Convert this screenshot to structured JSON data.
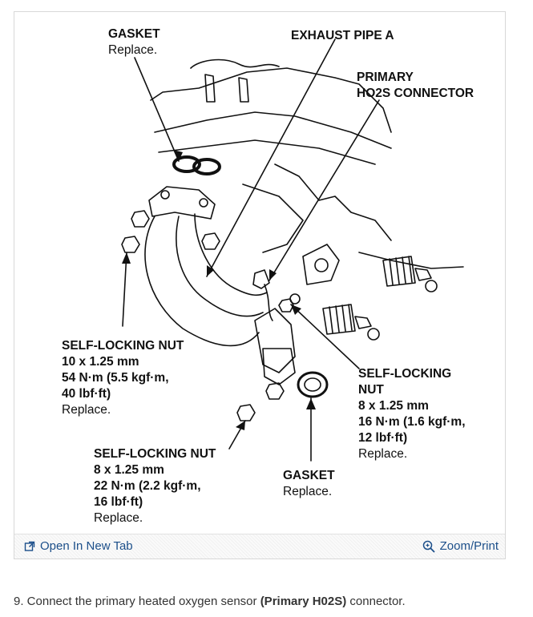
{
  "labels": {
    "gasket_top": {
      "title": "GASKET",
      "note": "Replace."
    },
    "exhaust_pipe": {
      "title": "EXHAUST PIPE A"
    },
    "h02s_connector": {
      "title_line1": "PRIMARY",
      "title_line2": "HO2S CONNECTOR"
    },
    "nut_left": {
      "title": "SELF-LOCKING NUT",
      "spec1": "10 x 1.25 mm",
      "spec2": "54 N·m (5.5 kgf·m,",
      "spec3": "40 lbf·ft)",
      "note": "Replace."
    },
    "nut_right": {
      "title": "SELF-LOCKING",
      "title2": "NUT",
      "spec1": "8 x 1.25 mm",
      "spec2": "16 N·m (1.6 kgf·m,",
      "spec3": "12 lbf·ft)",
      "note": "Replace."
    },
    "nut_bottom": {
      "title": "SELF-LOCKING NUT",
      "spec1": "8 x 1.25 mm",
      "spec2": "22 N·m (2.2 kgf·m,",
      "spec3": "16 lbf·ft)",
      "note": "Replace."
    },
    "gasket_bottom": {
      "title": "GASKET",
      "note": "Replace."
    }
  },
  "toolbar": {
    "open_label": "Open In New Tab",
    "zoom_label": "Zoom/Print",
    "open_icon": "open-tab-icon",
    "zoom_icon": "zoom-icon",
    "link_color": "#1c4f8a"
  },
  "step": {
    "prefix": "9. Connect the primary heated oxygen sensor ",
    "emphasis": "(Primary H02S)",
    "suffix": " connector."
  }
}
